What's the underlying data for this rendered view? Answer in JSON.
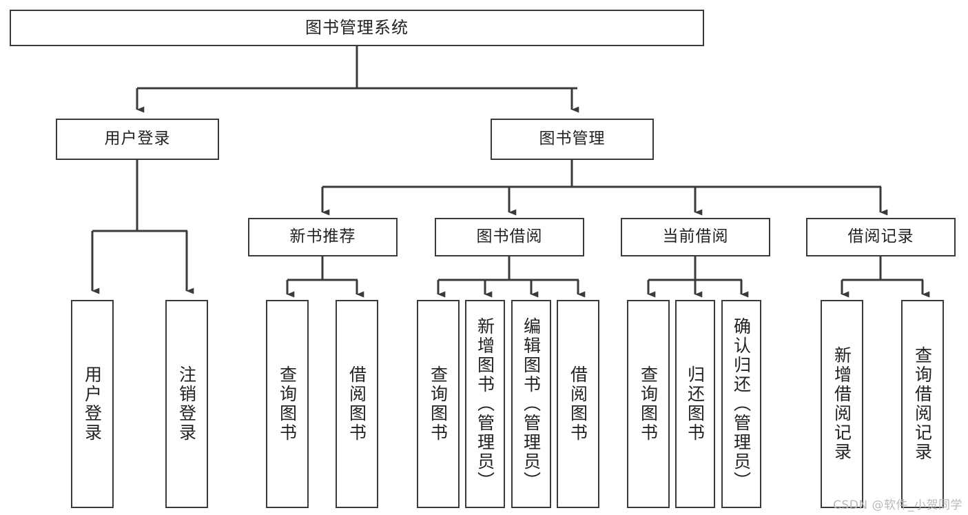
{
  "diagram": {
    "title": "图书管理系统",
    "watermark": "CSDN @软件_小贺同学",
    "line_color": "#3a3a3a",
    "box_fill": "#ffffff",
    "text_color": "#222222",
    "root": {
      "label": "图书管理系统"
    },
    "level2": [
      {
        "label": "用户登录"
      },
      {
        "label": "图书管理"
      }
    ],
    "level3": [
      {
        "label": "新书推荐"
      },
      {
        "label": "图书借阅"
      },
      {
        "label": "当前借阅"
      },
      {
        "label": "借阅记录"
      }
    ],
    "leaves": {
      "user_login": [
        {
          "label": "用户登录"
        },
        {
          "label": "注销登录"
        }
      ],
      "new_book_recommend": [
        {
          "label": "查询图书"
        },
        {
          "label": "借阅图书"
        }
      ],
      "book_borrow": [
        {
          "label": "查询图书"
        },
        {
          "label": "新增图书（管理员）"
        },
        {
          "label": "编辑图书（管理员）"
        },
        {
          "label": "借阅图书"
        }
      ],
      "current_borrow": [
        {
          "label": "查询图书"
        },
        {
          "label": "归还图书"
        },
        {
          "label": "确认归还（管理员）"
        }
      ],
      "borrow_record": [
        {
          "label": "新增借阅记录"
        },
        {
          "label": "查询借阅记录"
        }
      ]
    }
  }
}
